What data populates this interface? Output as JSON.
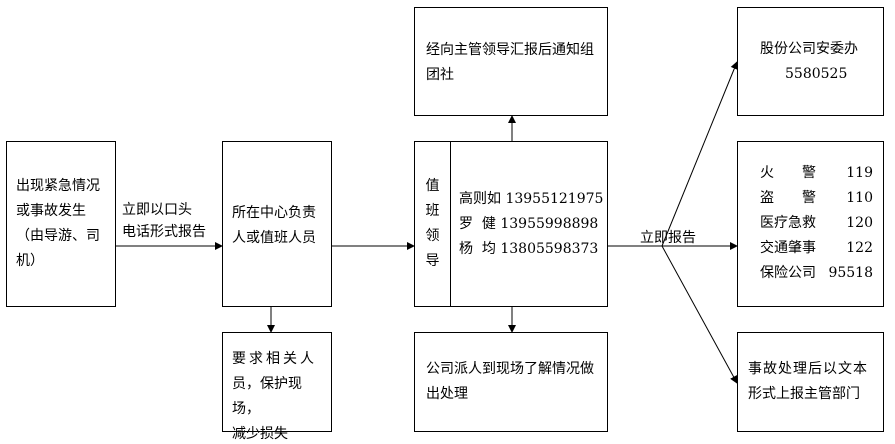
{
  "emergency_box": {
    "lines": [
      "出现紧急情况",
      "或事故发生",
      "（由导游、司",
      "机）"
    ]
  },
  "report_label": {
    "lines": [
      "立即以口头",
      "电话形式报告"
    ]
  },
  "center_box": {
    "lines": [
      "所在中心负责",
      "人或值班人员"
    ]
  },
  "protect_box": {
    "lines": [
      "要求相关人",
      "员，保护现场，",
      "减少损失"
    ]
  },
  "leaders_box": {
    "vertical_title": [
      "值",
      "班",
      "领",
      "导"
    ],
    "contacts": [
      {
        "name": "高则如",
        "phone": "13955121975"
      },
      {
        "name": "罗  健",
        "phone": "13955998898"
      },
      {
        "name": "杨  均",
        "phone": "13805598373"
      }
    ]
  },
  "notify_box": {
    "lines": [
      "经向主管领导汇报后通知组",
      "团社"
    ]
  },
  "dispatch_box": {
    "lines": [
      "公司派人到现场了解情况做",
      "出处理"
    ]
  },
  "immediate_label": "立即报告",
  "safety_box": {
    "lines": [
      "股份公司安委办",
      "5580525"
    ]
  },
  "emergency_numbers": [
    {
      "name": "火　　警",
      "number": "119"
    },
    {
      "name": "盗　　警",
      "number": "110"
    },
    {
      "name": "医疗急救",
      "number": "120"
    },
    {
      "name": "交通肇事",
      "number": "122"
    },
    {
      "name": "保险公司",
      "number": "95518"
    }
  ],
  "written_box": {
    "lines": [
      "事故处理后以文本",
      "形式上报主管部门"
    ]
  }
}
